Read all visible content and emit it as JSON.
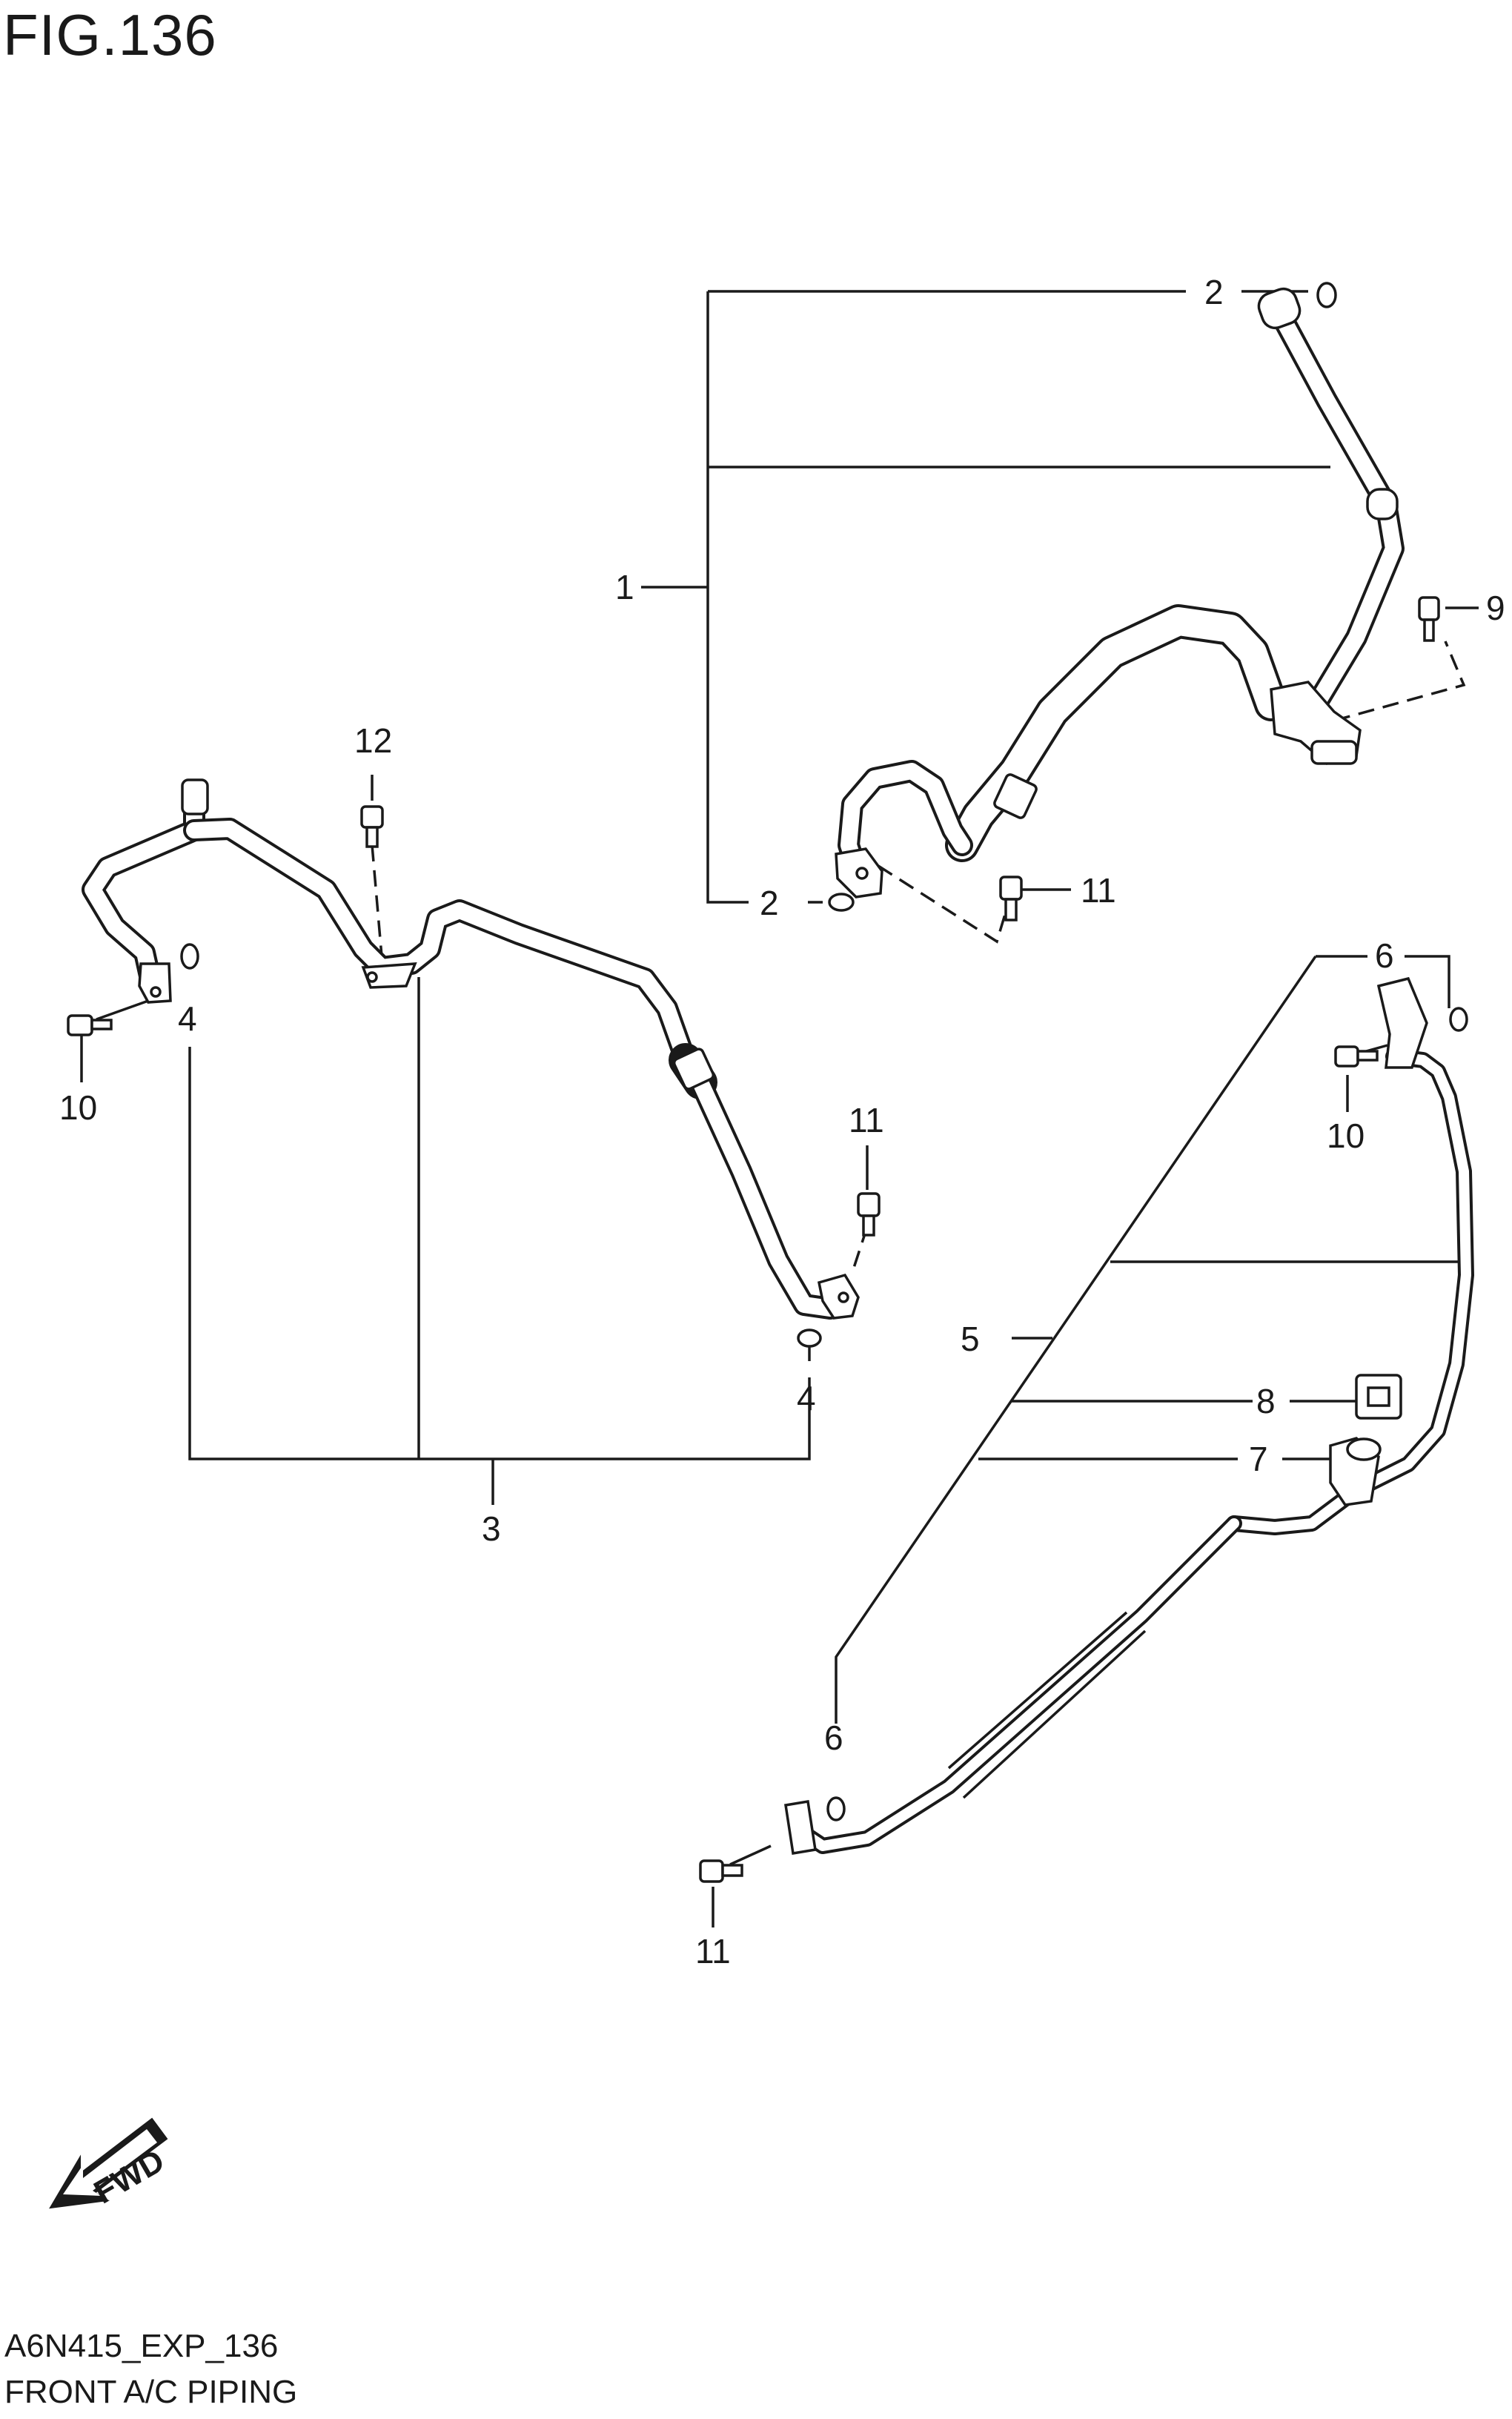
{
  "figure": {
    "title": "FIG.136",
    "code": "A6N415_EXP_136",
    "name": "FRONT A/C PIPING"
  },
  "callouts": {
    "c1": "1",
    "c2a": "2",
    "c2b": "2",
    "c3": "3",
    "c4a": "4",
    "c4b": "4",
    "c5": "5",
    "c6a": "6",
    "c6b": "6",
    "c7": "7",
    "c8": "8",
    "c9": "9",
    "c10a": "10",
    "c10b": "10",
    "c11a": "11",
    "c11b": "11",
    "c11c": "11",
    "c12": "12"
  },
  "fwd_badge": "FWD"
}
